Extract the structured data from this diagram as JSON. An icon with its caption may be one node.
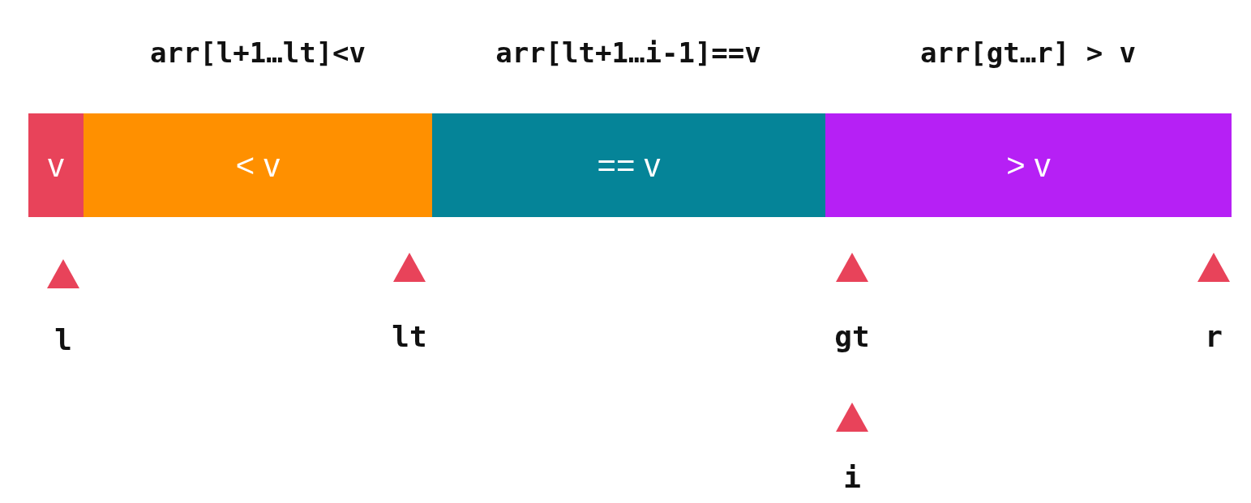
{
  "diagram": {
    "nodes": [
      {
        "text": [
          "v"
        ]
      },
      {
        "text": [
          "< v"
        ]
      },
      {
        "text": [
          "== v"
        ]
      },
      {
        "text": [
          "> v"
        ]
      }
    ],
    "labels": [
      "arr[l+1…lt]<v",
      "arr[lt+1…i-1]==v",
      "arr[gt…r] > v",
      "l",
      "lt",
      "gt",
      "r",
      "i"
    ]
  }
}
